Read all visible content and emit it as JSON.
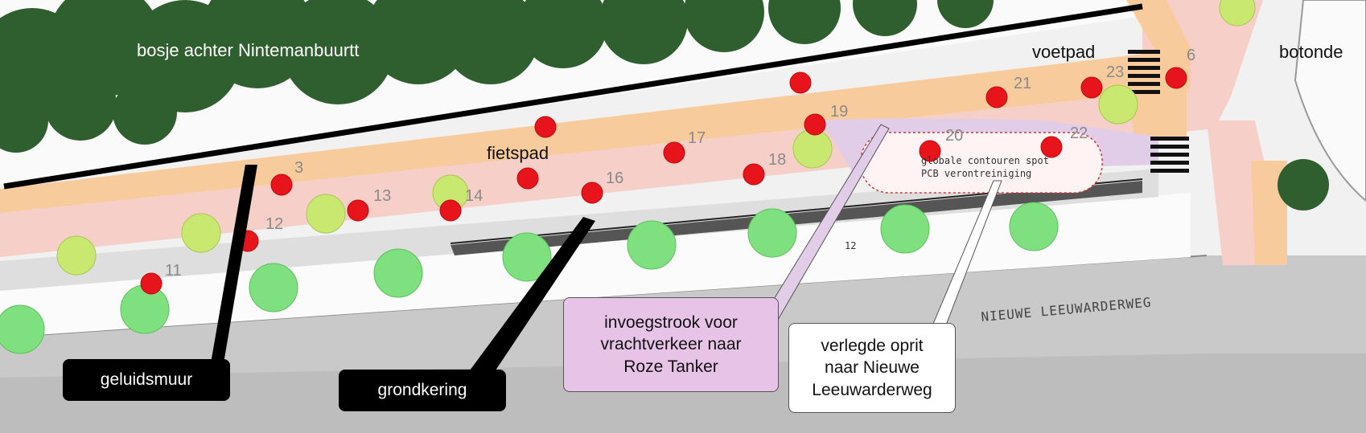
{
  "labels": {
    "bosje": "bosje achter Nintemanbuurtt",
    "fietspad": "fietspad",
    "voetpad": "voetpad",
    "botonde": "botonde",
    "road_name": "NIEUWE LEEUWARDERWEG",
    "pcb_line1": "globale contouren spot",
    "pcb_line2": "PCB verontreiniging",
    "small_12": "12"
  },
  "callouts": {
    "geluidsmuur": "geluidsmuur",
    "grondkering": "grondkering",
    "invoeg_1": "invoegstrook voor",
    "invoeg_2": "vrachtverkeer naar",
    "invoeg_3": "Roze Tanker",
    "oprit_1": "verlegde oprit",
    "oprit_2": "naar Nieuwe",
    "oprit_3": "Leeuwarderweg"
  },
  "tree_numbers": [
    "3",
    "11",
    "12",
    "13",
    "14",
    "16",
    "17",
    "18",
    "19",
    "20",
    "21",
    "22",
    "23",
    "6"
  ],
  "colors": {
    "forest": "#2f5f2f",
    "bike_path": "#f6cfc8",
    "footpath": "#f8cb9c",
    "marker": "#e8141b",
    "tree_green": "#7fe07f",
    "tree_yellow": "#c8e870",
    "lane_purple": "#e2cde8"
  }
}
